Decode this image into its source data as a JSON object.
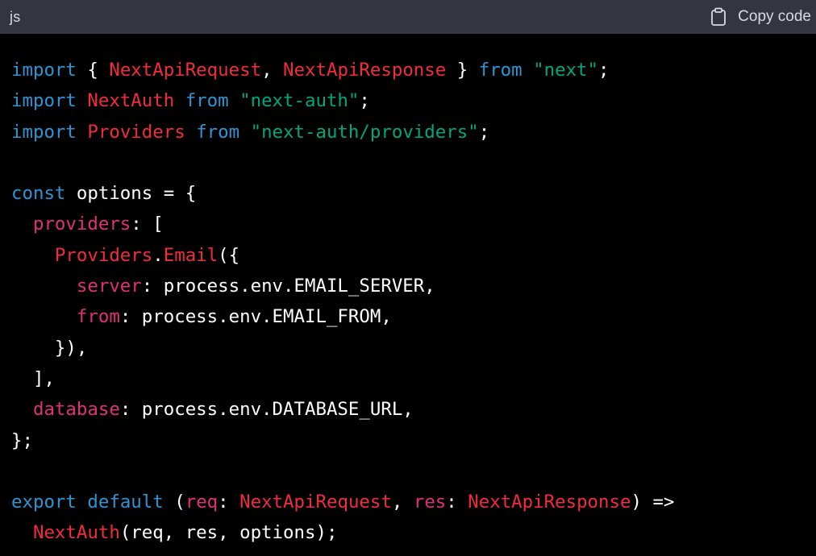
{
  "header": {
    "language": "js",
    "copy_label": "Copy code",
    "copy_icon": "clipboard-icon"
  },
  "colors": {
    "header_bg": "#343541",
    "code_bg": "#000000",
    "keyword": "#2e95d3",
    "property": "#df3079",
    "identifier": "#f22c3d",
    "string": "#00a67d",
    "plain": "#ffffff"
  },
  "code_lines": [
    [
      {
        "t": "import",
        "c": "kw"
      },
      {
        "t": " { ",
        "c": "pl"
      },
      {
        "t": "NextApiRequest",
        "c": "fn"
      },
      {
        "t": ", ",
        "c": "pl"
      },
      {
        "t": "NextApiResponse",
        "c": "fn"
      },
      {
        "t": " } ",
        "c": "pl"
      },
      {
        "t": "from",
        "c": "kw"
      },
      {
        "t": " ",
        "c": "pl"
      },
      {
        "t": "\"next\"",
        "c": "str"
      },
      {
        "t": ";",
        "c": "pl"
      }
    ],
    [
      {
        "t": "import",
        "c": "kw"
      },
      {
        "t": " ",
        "c": "pl"
      },
      {
        "t": "NextAuth",
        "c": "fn"
      },
      {
        "t": " ",
        "c": "pl"
      },
      {
        "t": "from",
        "c": "kw"
      },
      {
        "t": " ",
        "c": "pl"
      },
      {
        "t": "\"next-auth\"",
        "c": "str"
      },
      {
        "t": ";",
        "c": "pl"
      }
    ],
    [
      {
        "t": "import",
        "c": "kw"
      },
      {
        "t": " ",
        "c": "pl"
      },
      {
        "t": "Providers",
        "c": "fn"
      },
      {
        "t": " ",
        "c": "pl"
      },
      {
        "t": "from",
        "c": "kw"
      },
      {
        "t": " ",
        "c": "pl"
      },
      {
        "t": "\"next-auth/providers\"",
        "c": "str"
      },
      {
        "t": ";",
        "c": "pl"
      }
    ],
    [],
    [
      {
        "t": "const",
        "c": "kw"
      },
      {
        "t": " options = {",
        "c": "pl"
      }
    ],
    [
      {
        "t": "  ",
        "c": "pl"
      },
      {
        "t": "providers",
        "c": "id"
      },
      {
        "t": ": [",
        "c": "pl"
      }
    ],
    [
      {
        "t": "    ",
        "c": "pl"
      },
      {
        "t": "Providers",
        "c": "fn"
      },
      {
        "t": ".",
        "c": "pl"
      },
      {
        "t": "Email",
        "c": "fn"
      },
      {
        "t": "({",
        "c": "pl"
      }
    ],
    [
      {
        "t": "      ",
        "c": "pl"
      },
      {
        "t": "server",
        "c": "id"
      },
      {
        "t": ": process.env.EMAIL_SERVER,",
        "c": "pl"
      }
    ],
    [
      {
        "t": "      ",
        "c": "pl"
      },
      {
        "t": "from",
        "c": "id"
      },
      {
        "t": ": process.env.EMAIL_FROM,",
        "c": "pl"
      }
    ],
    [
      {
        "t": "    }),",
        "c": "pl"
      }
    ],
    [
      {
        "t": "  ],",
        "c": "pl"
      }
    ],
    [
      {
        "t": "  ",
        "c": "pl"
      },
      {
        "t": "database",
        "c": "id"
      },
      {
        "t": ": process.env.DATABASE_URL,",
        "c": "pl"
      }
    ],
    [
      {
        "t": "};",
        "c": "pl"
      }
    ],
    [],
    [
      {
        "t": "export",
        "c": "kw"
      },
      {
        "t": " ",
        "c": "pl"
      },
      {
        "t": "default",
        "c": "kw"
      },
      {
        "t": " (",
        "c": "pl"
      },
      {
        "t": "req",
        "c": "id"
      },
      {
        "t": ": ",
        "c": "pl"
      },
      {
        "t": "NextApiRequest",
        "c": "fn"
      },
      {
        "t": ", ",
        "c": "pl"
      },
      {
        "t": "res",
        "c": "id"
      },
      {
        "t": ": ",
        "c": "pl"
      },
      {
        "t": "NextApiResponse",
        "c": "fn"
      },
      {
        "t": ") =>",
        "c": "pl"
      }
    ],
    [
      {
        "t": "  ",
        "c": "pl"
      },
      {
        "t": "NextAuth",
        "c": "fn"
      },
      {
        "t": "(req, res, options);",
        "c": "pl"
      }
    ]
  ]
}
